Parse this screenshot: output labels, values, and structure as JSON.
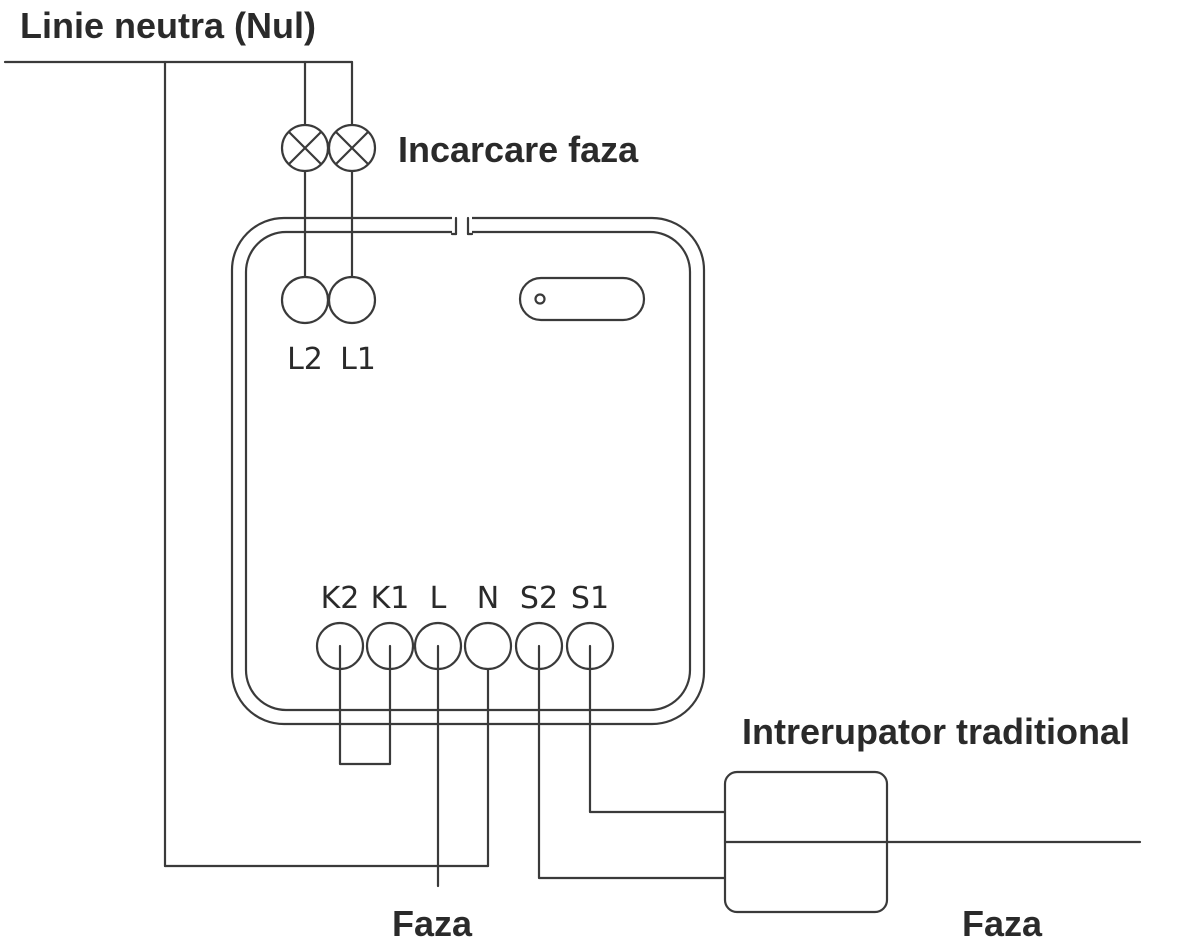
{
  "labels": {
    "neutral_line": "Linie neutra (Nul)",
    "load_phase": "Incarcare faza",
    "traditional_switch": "Intrerupator traditional",
    "phase_left": "Faza",
    "phase_right": "Faza"
  },
  "module": {
    "output_terminals": [
      "L2",
      "L1"
    ],
    "input_terminals": [
      "K2",
      "K1",
      "L",
      "N",
      "S2",
      "S1"
    ]
  },
  "colors": {
    "line": "#3a3a3a",
    "text": "#2a2a2a",
    "background": "#ffffff"
  }
}
